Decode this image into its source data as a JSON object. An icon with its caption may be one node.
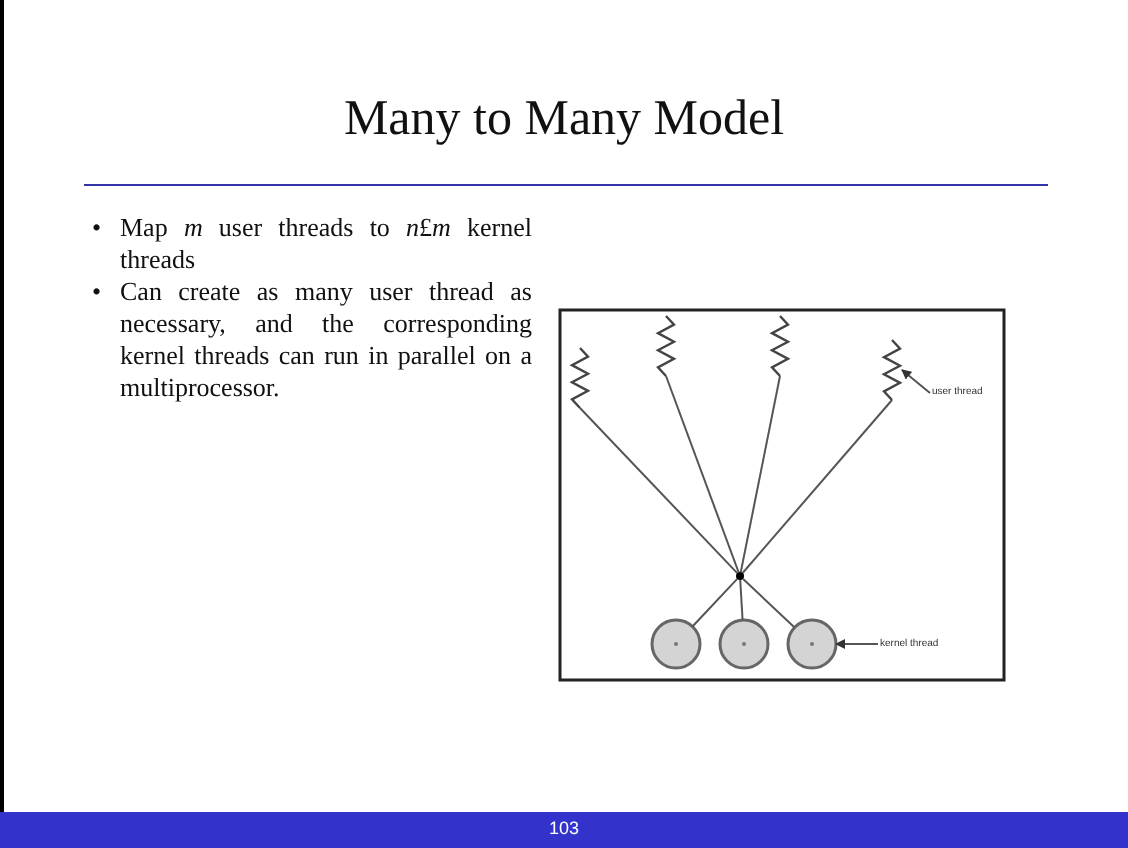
{
  "diagram": {
    "title": "Many to Many Model",
    "nodes": [
      {
        "text": [],
        "shape": "squiggle"
      },
      {
        "text": [],
        "shape": "squiggle"
      },
      {
        "text": [],
        "shape": "squiggle"
      },
      {
        "text": [],
        "shape": "squiggle"
      },
      {
        "text": [],
        "shape": "dot"
      },
      {
        "text": [],
        "shape": "circle"
      },
      {
        "text": [],
        "shape": "circle"
      },
      {
        "text": [],
        "shape": "circle"
      },
      {
        "text": [
          "user thread"
        ]
      },
      {
        "text": [
          "kernel thread"
        ]
      }
    ],
    "edges": [
      {
        "from": 0,
        "to": 4,
        "arrow": "none"
      },
      {
        "from": 1,
        "to": 4,
        "arrow": "none"
      },
      {
        "from": 2,
        "to": 4,
        "arrow": "none"
      },
      {
        "from": 3,
        "to": 4,
        "arrow": "none"
      },
      {
        "from": 4,
        "to": 5,
        "arrow": "none"
      },
      {
        "from": 4,
        "to": 6,
        "arrow": "none"
      },
      {
        "from": 4,
        "to": 7,
        "arrow": "none"
      },
      {
        "from": 8,
        "to": 3,
        "arrow": "to"
      },
      {
        "from": 9,
        "to": 7,
        "arrow": "to"
      }
    ],
    "labels": [
      "•",
      "Map *m* user threads to *n*£*m* kernel threads",
      "•",
      "Can create as many user thread as necessary, and the corresponding kernel threads can run in parallel on a multiprocessor.",
      "103"
    ]
  }
}
